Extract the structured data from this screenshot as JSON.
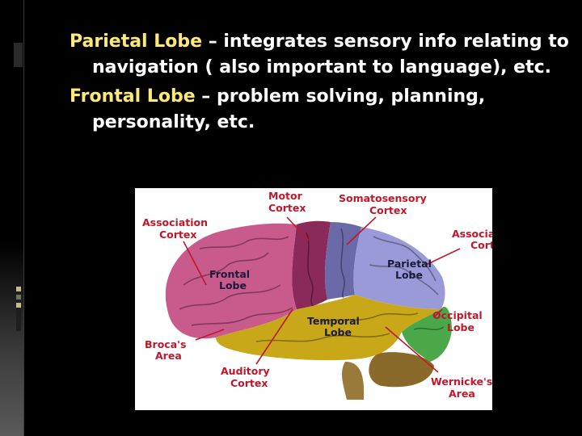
{
  "slide": {
    "paragraphs": [
      {
        "term": "Parietal Lobe",
        "rest": " – integrates sensory info relating to navigation ( also important to language), etc."
      },
      {
        "term": "Frontal Lobe",
        "rest": " – problem solving, planning, personality, etc."
      }
    ]
  },
  "figure": {
    "labels": {
      "motor_1": "Motor",
      "motor_2": "Cortex",
      "somato_1": "Somatosensory",
      "somato_2": "Cortex",
      "assoc_left_1": "Association",
      "assoc_left_2": "Cortex",
      "assoc_right_1": "Association",
      "assoc_right_2": "Cortex",
      "frontal_1": "Frontal",
      "frontal_2": "Lobe",
      "parietal_1": "Parietal",
      "parietal_2": "Lobe",
      "temporal_1": "Temporal",
      "temporal_2": "Lobe",
      "occipital_1": "Occipital",
      "occipital_2": "Lobe",
      "broca_1": "Broca's",
      "broca_2": "Area",
      "auditory_1": "Auditory",
      "auditory_2": "Cortex",
      "wernicke_1": "Wernicke's",
      "wernicke_2": "Area"
    },
    "colors": {
      "frontal": "#c85a8c",
      "motor": "#8a2a5a",
      "somatosensory": "#6a6aa8",
      "parietal": "#9a9ad8",
      "occipital": "#4aa84a",
      "temporal": "#c8a818",
      "cerebellum": "#8a6a2a",
      "label_red": "#c0182a"
    }
  }
}
